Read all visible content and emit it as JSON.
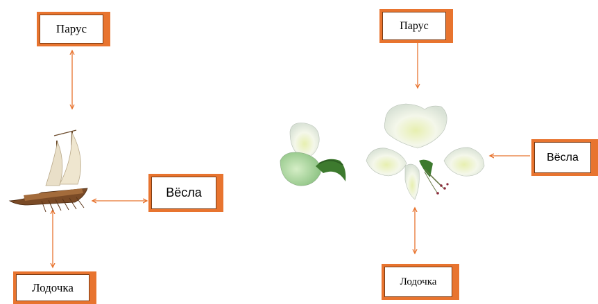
{
  "left_diagram": {
    "sail_label": "Парус",
    "oars_label": "Вёсла",
    "boat_label": "Лодочка",
    "image": "sailing-galley-illustration"
  },
  "right_diagram": {
    "sail_label": "Парус",
    "oars_label": "Вёсла",
    "boat_label": "Лодочка",
    "image": "pea-flower-dissected-illustration"
  },
  "colors": {
    "box_fill": "#e8742f",
    "arrow": "#e8742f"
  }
}
